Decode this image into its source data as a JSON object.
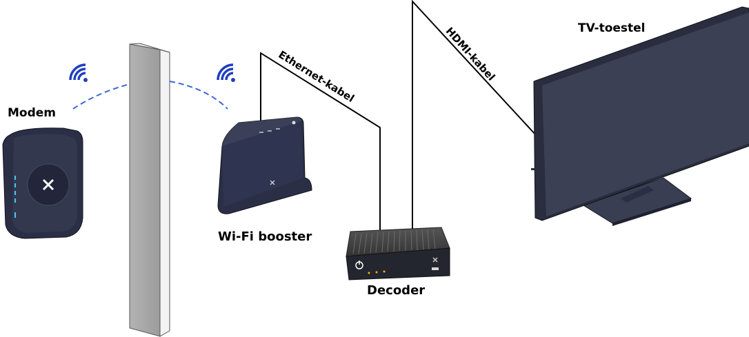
{
  "labels": {
    "modem": "Modem",
    "wifi_booster": "Wi-Fi booster",
    "decoder": "Decoder",
    "tv": "TV-toestel",
    "ethernet_cable": "Ethernet-kabel",
    "hdmi_cable": "HDMI-kabel"
  },
  "icons": {
    "wifi_signal_left": "wifi-icon",
    "wifi_signal_right": "wifi-icon",
    "brand_logo": "x-logo-icon",
    "power": "power-icon"
  },
  "colors": {
    "wifi_signal": "#1f3fbf",
    "device_body": "#2b2f45",
    "wall": "#a8a8a8",
    "cable": "#000000"
  }
}
